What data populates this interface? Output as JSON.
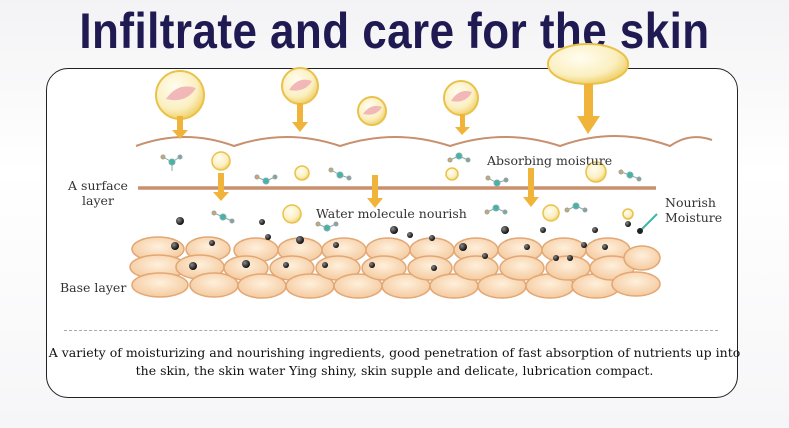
{
  "title": "Infiltrate and care for the skin",
  "labels": {
    "surface_layer": "A surface layer",
    "base_layer": "Base layer",
    "absorbing_moisture": "Absorbing moisture",
    "water_molecule": "Water molecule nourish",
    "nourish_moisture": "Nourish Moisture"
  },
  "caption": {
    "line1": "A variety of moisturizing and nourishing ingredients, good penetration of fast absorption of nutrients up into",
    "line2": "the skin, the skin water Ying shiny, skin supple and delicate, lubrication compact."
  },
  "colors": {
    "title": "#1f1a52",
    "cell_fill": "#f7d9b8",
    "cell_stroke": "#e3a774",
    "arrow": "#f0b43a",
    "bubble": "#f8e6a0",
    "skin_line": "#c8906e",
    "teal": "#3fb6a8"
  }
}
